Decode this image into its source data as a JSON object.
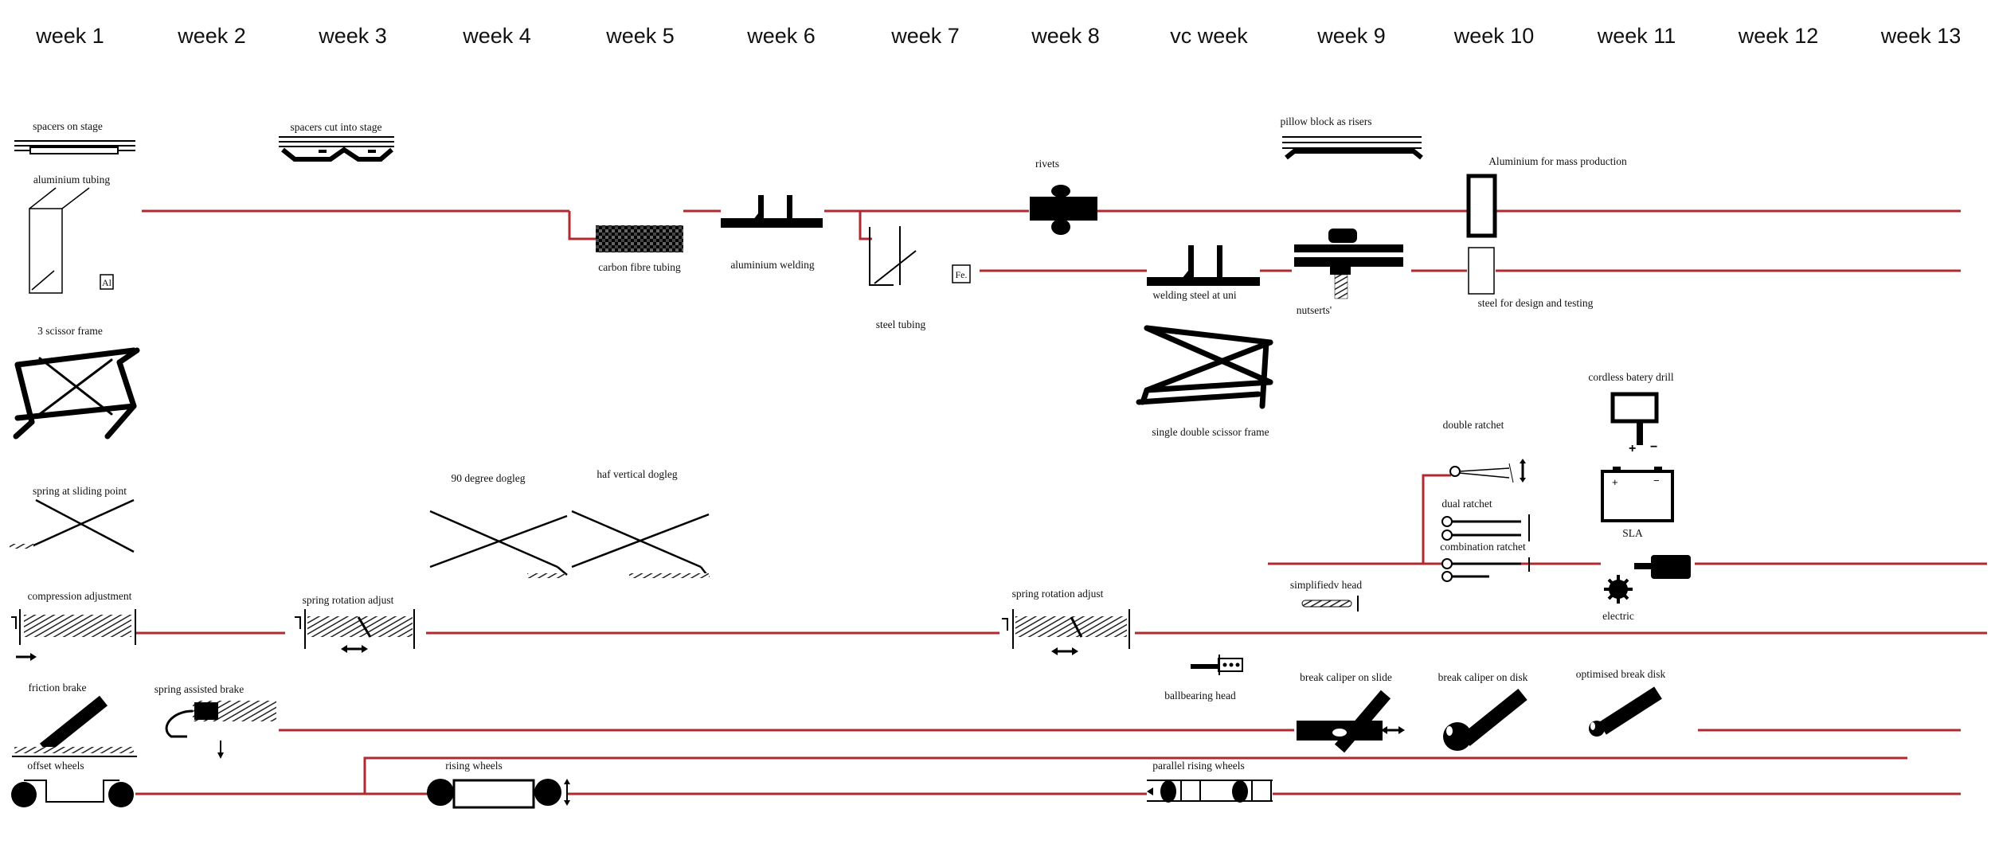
{
  "weeks": [
    "week 1",
    "week 2",
    "week 3",
    "week 4",
    "week 5",
    "week 6",
    "week 7",
    "week 8",
    "vc week",
    "week 9",
    "week 10",
    "week 11",
    "week 12",
    "week 13"
  ],
  "labels": {
    "spacers_on_stage": "spacers on stage",
    "spacers_cut": "spacers cut into stage",
    "pillow_block": "pillow block as risers",
    "aluminium_tubing": "aluminium tubing",
    "rivets": "rivets",
    "aluminium_mass": "Aluminium for mass production",
    "carbon_fibre": "carbon fibre tubing",
    "aluminium_welding": "aluminium welding",
    "steel_tubing": "steel tubing",
    "welding_steel": "welding steel at uni",
    "nutserts": "nutserts'",
    "steel_design": "steel for design and testing",
    "al_symbol": "Al",
    "fe_symbol": "Fe.",
    "scissor3": "3 scissor frame",
    "single_double": "single double scissor frame",
    "cordless_drill": "cordless batery drill",
    "double_ratchet": "double ratchet",
    "dual_ratchet": "dual ratchet",
    "combination_ratchet": "combination ratchet",
    "sla": "SLA",
    "electric": "electric",
    "spring_sliding": "spring at sliding point",
    "dogleg90": "90 degree dogleg",
    "half_dogleg": "haf vertical dogleg",
    "simplified_head": "simplifiedv head",
    "compression": "compression adjustment",
    "spring_rot1": "spring rotation adjust",
    "spring_rot2": "spring rotation adjust",
    "ballbearing": "ballbearing head",
    "friction_brake": "friction brake",
    "spring_brake": "spring assisted brake",
    "caliper_slide": "break caliper on slide",
    "caliper_disk": "break caliper on disk",
    "optimised_disk": "optimised break disk",
    "offset_wheels": "offset wheels",
    "rising_wheels": "rising wheels",
    "parallel_rising": "parallel rising wheels"
  },
  "colors": {
    "timeline": "#b02a30",
    "ink": "#000000",
    "hatch": "#555555"
  }
}
